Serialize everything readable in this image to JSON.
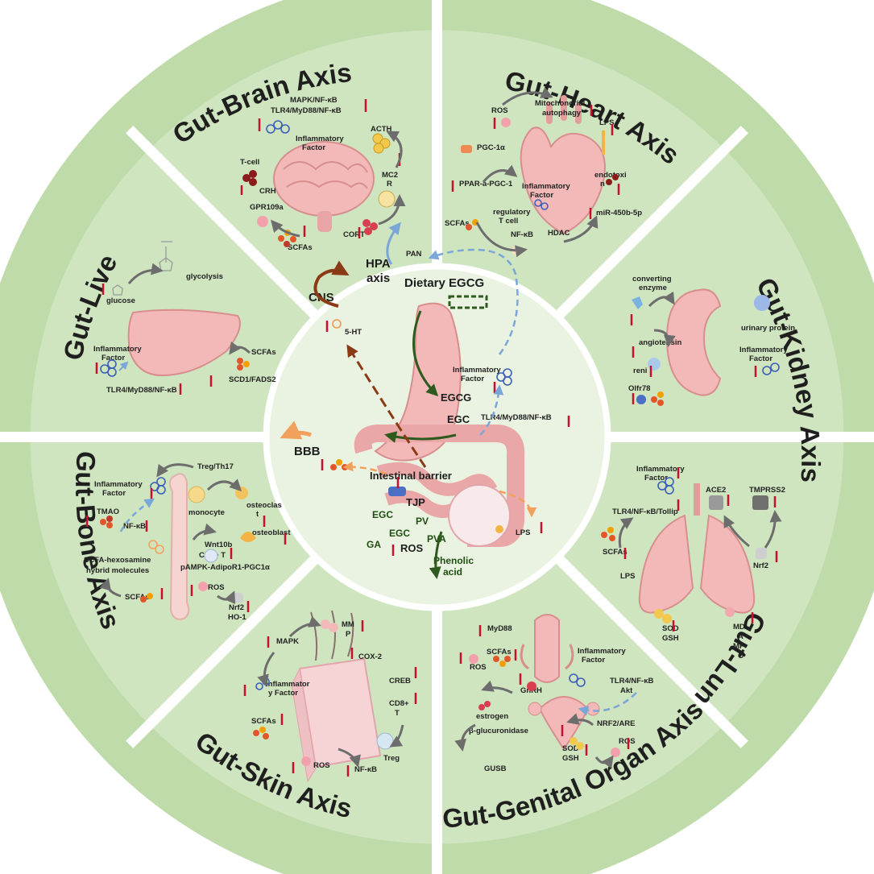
{
  "colors": {
    "sector": "#cfe5bf",
    "band": "#bedba9",
    "center": "#eaf3e1",
    "divider": "#ffffff",
    "organ": "#f3b9b9",
    "arrow_gray": "#6d6d6d",
    "arrow_blue": "#7aa6d8",
    "arrow_green": "#2f5a1e",
    "arrow_brown": "#8a3a15",
    "arrow_orange": "#f2a15c",
    "up_arrow": "#c8102e"
  },
  "axes": {
    "brain": "Gut-Brain Axis",
    "heart": "Gut-Heart Axis",
    "kidney": "Gut-Kidney Axis",
    "lung": "Gut-Lung Axis",
    "genital": "Gut-Genital Organ Axis",
    "skin": "Gut-Skin Axis",
    "bone": "Gut-Bone Axis",
    "liver": "Gut-Liver Axis"
  },
  "center": {
    "dietary": "Dietary EGCG",
    "hpa": "HPA",
    "hpa2": "axis",
    "pan": "PAN",
    "cns": "CNS",
    "ht": "5-HT",
    "bbb": "BBB",
    "egcg": "EGCG",
    "egc": "EGC",
    "infl1": "Inflammatory",
    "infl2": "Factor",
    "tlr": "TLR4/MyD88/NF-κB",
    "barrier": "Intestinal barrier",
    "tjp": "TJP",
    "egc_l": "EGC",
    "ga": "GA",
    "egc_2": "EGC",
    "pv": "PV",
    "pva": "PVA",
    "ros": "ROS",
    "lps": "LPS",
    "phenolic1": "Phenolic",
    "phenolic2": "acid"
  },
  "brain": {
    "mapk": "MAPK/NF-κB",
    "tlr": "TLR4/MyD88/NF-κB",
    "infl1": "Inflammatory",
    "infl2": "Factor",
    "tcell": "T-cell",
    "crh": "CRH",
    "acth": "ACTH",
    "mc2": "MC2",
    "r": "R",
    "gpr": "GPR109a",
    "scfas": "SCFAs",
    "cort": "CORT"
  },
  "heart": {
    "ros": "ROS",
    "mito1": "Mitochondrial",
    "mito2": "autophagy",
    "lps": "LPS",
    "pgc": "PGC-1α",
    "ppar": "PPAR-a-PGC-1",
    "infl1": "Inflammatory",
    "infl2": "Factor",
    "endo1": "endotoxi",
    "endo2": "n",
    "scfas": "SCFAs",
    "treg1": "regulatory",
    "treg2": "T cell",
    "nfkb": "NF-κB",
    "hdac": "HDAC",
    "mir": "miR-450b-5p"
  },
  "kidney": {
    "conv1": "converting",
    "conv2": "enzyme",
    "angio": "angiotensin",
    "renin": "reni",
    "olfr": "Olfr78",
    "urinary": "urinary protein",
    "infl1": "Inflammatory",
    "infl2": "Factor"
  },
  "lung": {
    "infl1": "Inflammatory",
    "infl2": "Factor",
    "ace2": "ACE2",
    "tmprss": "TMPRSS2",
    "tlr": "TLR4/NF-κB/Tollip",
    "scfas": "SCFAs",
    "lps": "LPS",
    "nrf2": "Nrf2",
    "sod": "SOD",
    "gsh": "GSH",
    "md": "MD",
    "a": "A",
    "mp": "MP",
    "o": "O"
  },
  "genital": {
    "myd": "MyD88",
    "scfas": "SCFAs",
    "ros": "ROS",
    "gnrh": "GnRH",
    "infl1": "Inflammatory",
    "infl2": "Factor",
    "tlr": "TLR4/NF-κB",
    "akt": "Akt",
    "estrogen": "estrogen",
    "bglu": "β-glucuronidase",
    "nrf2": "NRF2/ARE",
    "sod": "SOD",
    "gsh": "GSH",
    "ros2": "ROS",
    "gusb": "GUSB"
  },
  "skin": {
    "mapk": "MAPK",
    "mm": "MM",
    "p": "P",
    "cox": "COX-2",
    "infl1": "Inflammator",
    "infl2": "y Factor",
    "creb": "CREB",
    "cd8": "CD8+",
    "t": "T",
    "scfas": "SCFAs",
    "treg": "Treg",
    "ros": "ROS",
    "nfkb": "NF-κB"
  },
  "bone": {
    "treg": "Treg/Th17",
    "infl1": "Inflammatory",
    "infl2": "Factor",
    "tmao": "TMAO",
    "mono": "monocyte",
    "osteoclas": "osteoclas",
    "t_small": "t",
    "osteoblast": "osteoblast",
    "nfkb": "NF-κB",
    "wnt": "Wnt10b",
    "cd8": "CD8+ T",
    "scfa_hex1": "SCFA-hexosamine",
    "scfa_hex2": "hybrid molecules",
    "pampk": "pAMPK-AdipoR1-PGC1α",
    "scfas": "SCFAs",
    "ros": "ROS",
    "nrf2": "Nrf2",
    "ho1": "HO-1"
  },
  "liver": {
    "glycolysis": "glycolysis",
    "glucose": "glucose",
    "infl1": "Inflammatory",
    "infl2": "Factor",
    "scfas": "SCFAs",
    "scd": "SCD1/FADS2",
    "tlr": "TLR4/MyD88/NF-κB"
  }
}
